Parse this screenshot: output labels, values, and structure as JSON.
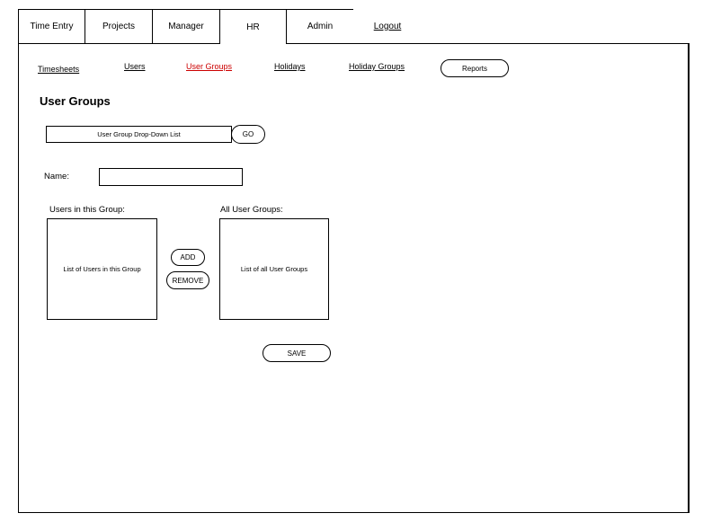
{
  "tabs": {
    "time_entry": "Time Entry",
    "projects": "Projects",
    "manager": "Manager",
    "hr": "HR",
    "admin": "Admin",
    "logout": "Logout"
  },
  "subnav": {
    "timesheets": "Timesheets",
    "users": "Users",
    "user_groups": "User Groups",
    "holidays": "Holidays",
    "holiday_groups": "Holiday Groups",
    "reports": "Reports"
  },
  "colors": {
    "current_link": "#cc0000"
  },
  "page_title": "User Groups",
  "group_select": {
    "placeholder": "User Group Drop-Down List",
    "go_label": "GO"
  },
  "name_field": {
    "label": "Name:",
    "value": ""
  },
  "users_in_group": {
    "label": "Users in this Group:",
    "content": "List of Users in this Group"
  },
  "all_groups": {
    "label": "All User Groups:",
    "content": "List of all User Groups"
  },
  "buttons": {
    "add": "ADD",
    "remove": "REMOVE",
    "save": "SAVE"
  }
}
